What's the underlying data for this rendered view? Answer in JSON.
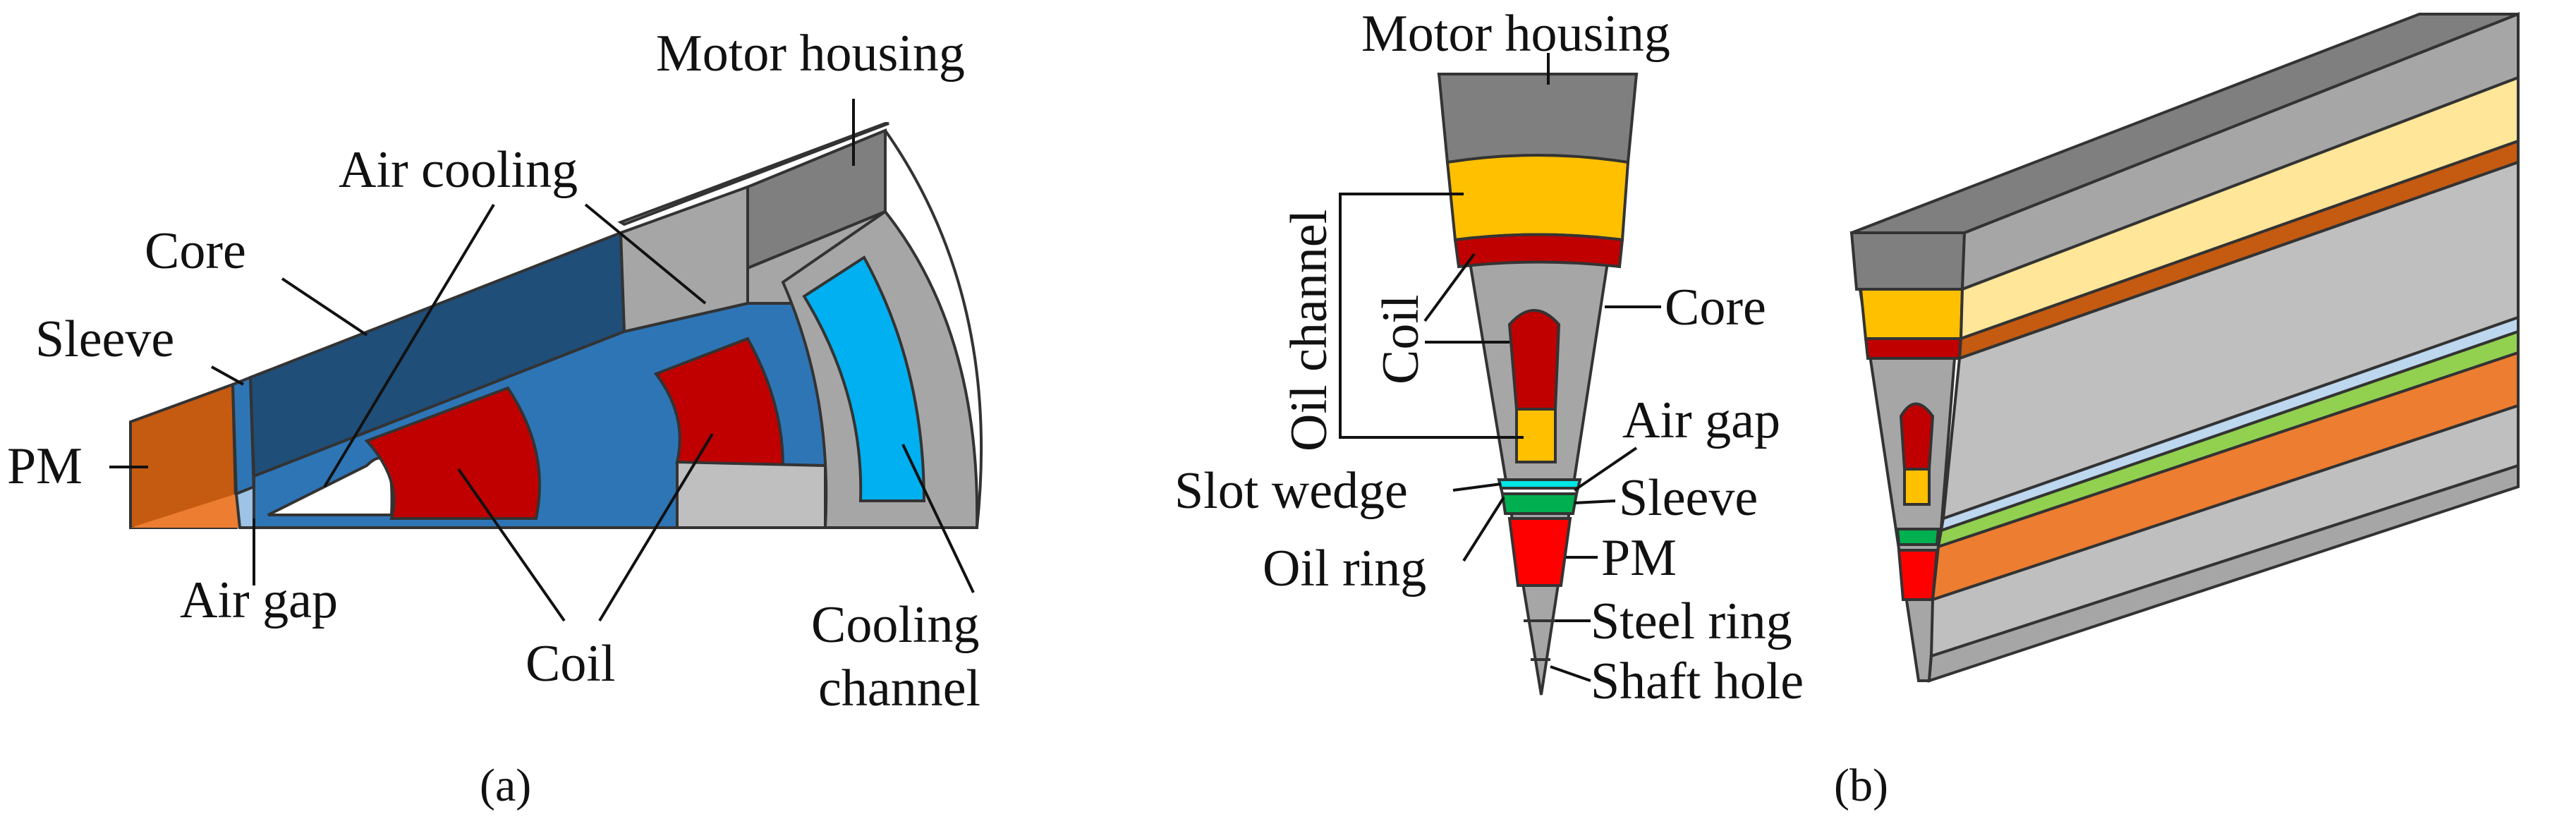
{
  "panel_a": {
    "caption": "(a)",
    "labels": {
      "motor_housing": "Motor housing",
      "air_cooling": "Air cooling",
      "core": "Core",
      "sleeve": "Sleeve",
      "pm": "PM",
      "air_gap": "Air gap",
      "coil": "Coil",
      "cooling_channel_line1": "Cooling",
      "cooling_channel_line2": "channel"
    }
  },
  "panel_b": {
    "caption": "(b)",
    "labels": {
      "motor_housing": "Motor housing",
      "oil_channel": "Oil channel",
      "coil": "Coil",
      "core": "Core",
      "air_gap": "Air gap",
      "slot_wedge": "Slot wedge",
      "sleeve": "Sleeve",
      "oil_ring": "Oil ring",
      "pm": "PM",
      "steel_ring": "Steel ring",
      "shaft_hole": "Shaft hole"
    }
  },
  "colors": {
    "core_dark": "#1f4e79",
    "core_blue": "#2e75b6",
    "coil_red": "#c00000",
    "pm_orange": "#c55a11",
    "pm_light_orange": "#ed7d31",
    "housing_grey": "#7f7f7f",
    "housing_light": "#a6a6a6",
    "cooling_cyan": "#00b0f0",
    "coil_yellow": "#ffc000",
    "magnet_red": "#ff0000",
    "sleeve_green": "#00b050",
    "wedge_cyan": "#00e5e5"
  }
}
